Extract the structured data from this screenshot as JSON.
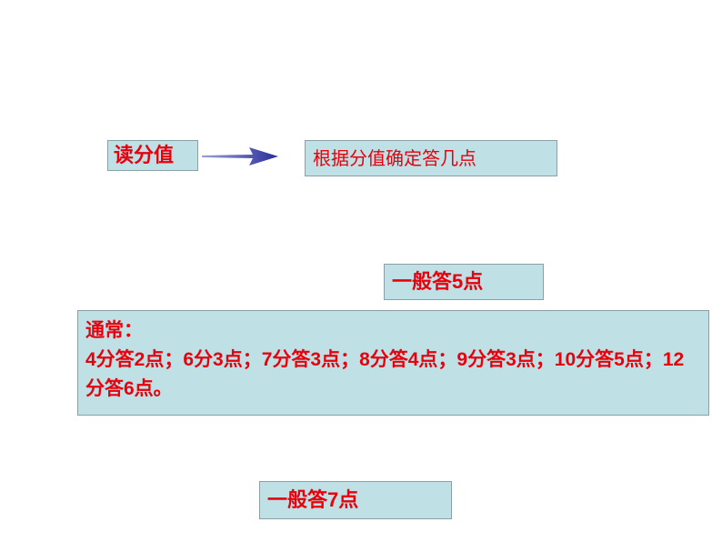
{
  "read_label": "读分值",
  "determine_label": "根据分值确定答几点",
  "general5": "一般答5点",
  "usual": {
    "title": "通常：",
    "text": "4分答2点；6分3点；7分答3点；8分答4点；9分答3点；10分答5点；12分答6点。"
  },
  "general7": "一般答7点",
  "colors": {
    "box": "#bfe0e4",
    "text": "#e8000c",
    "arrow": "#2a2f9a"
  }
}
